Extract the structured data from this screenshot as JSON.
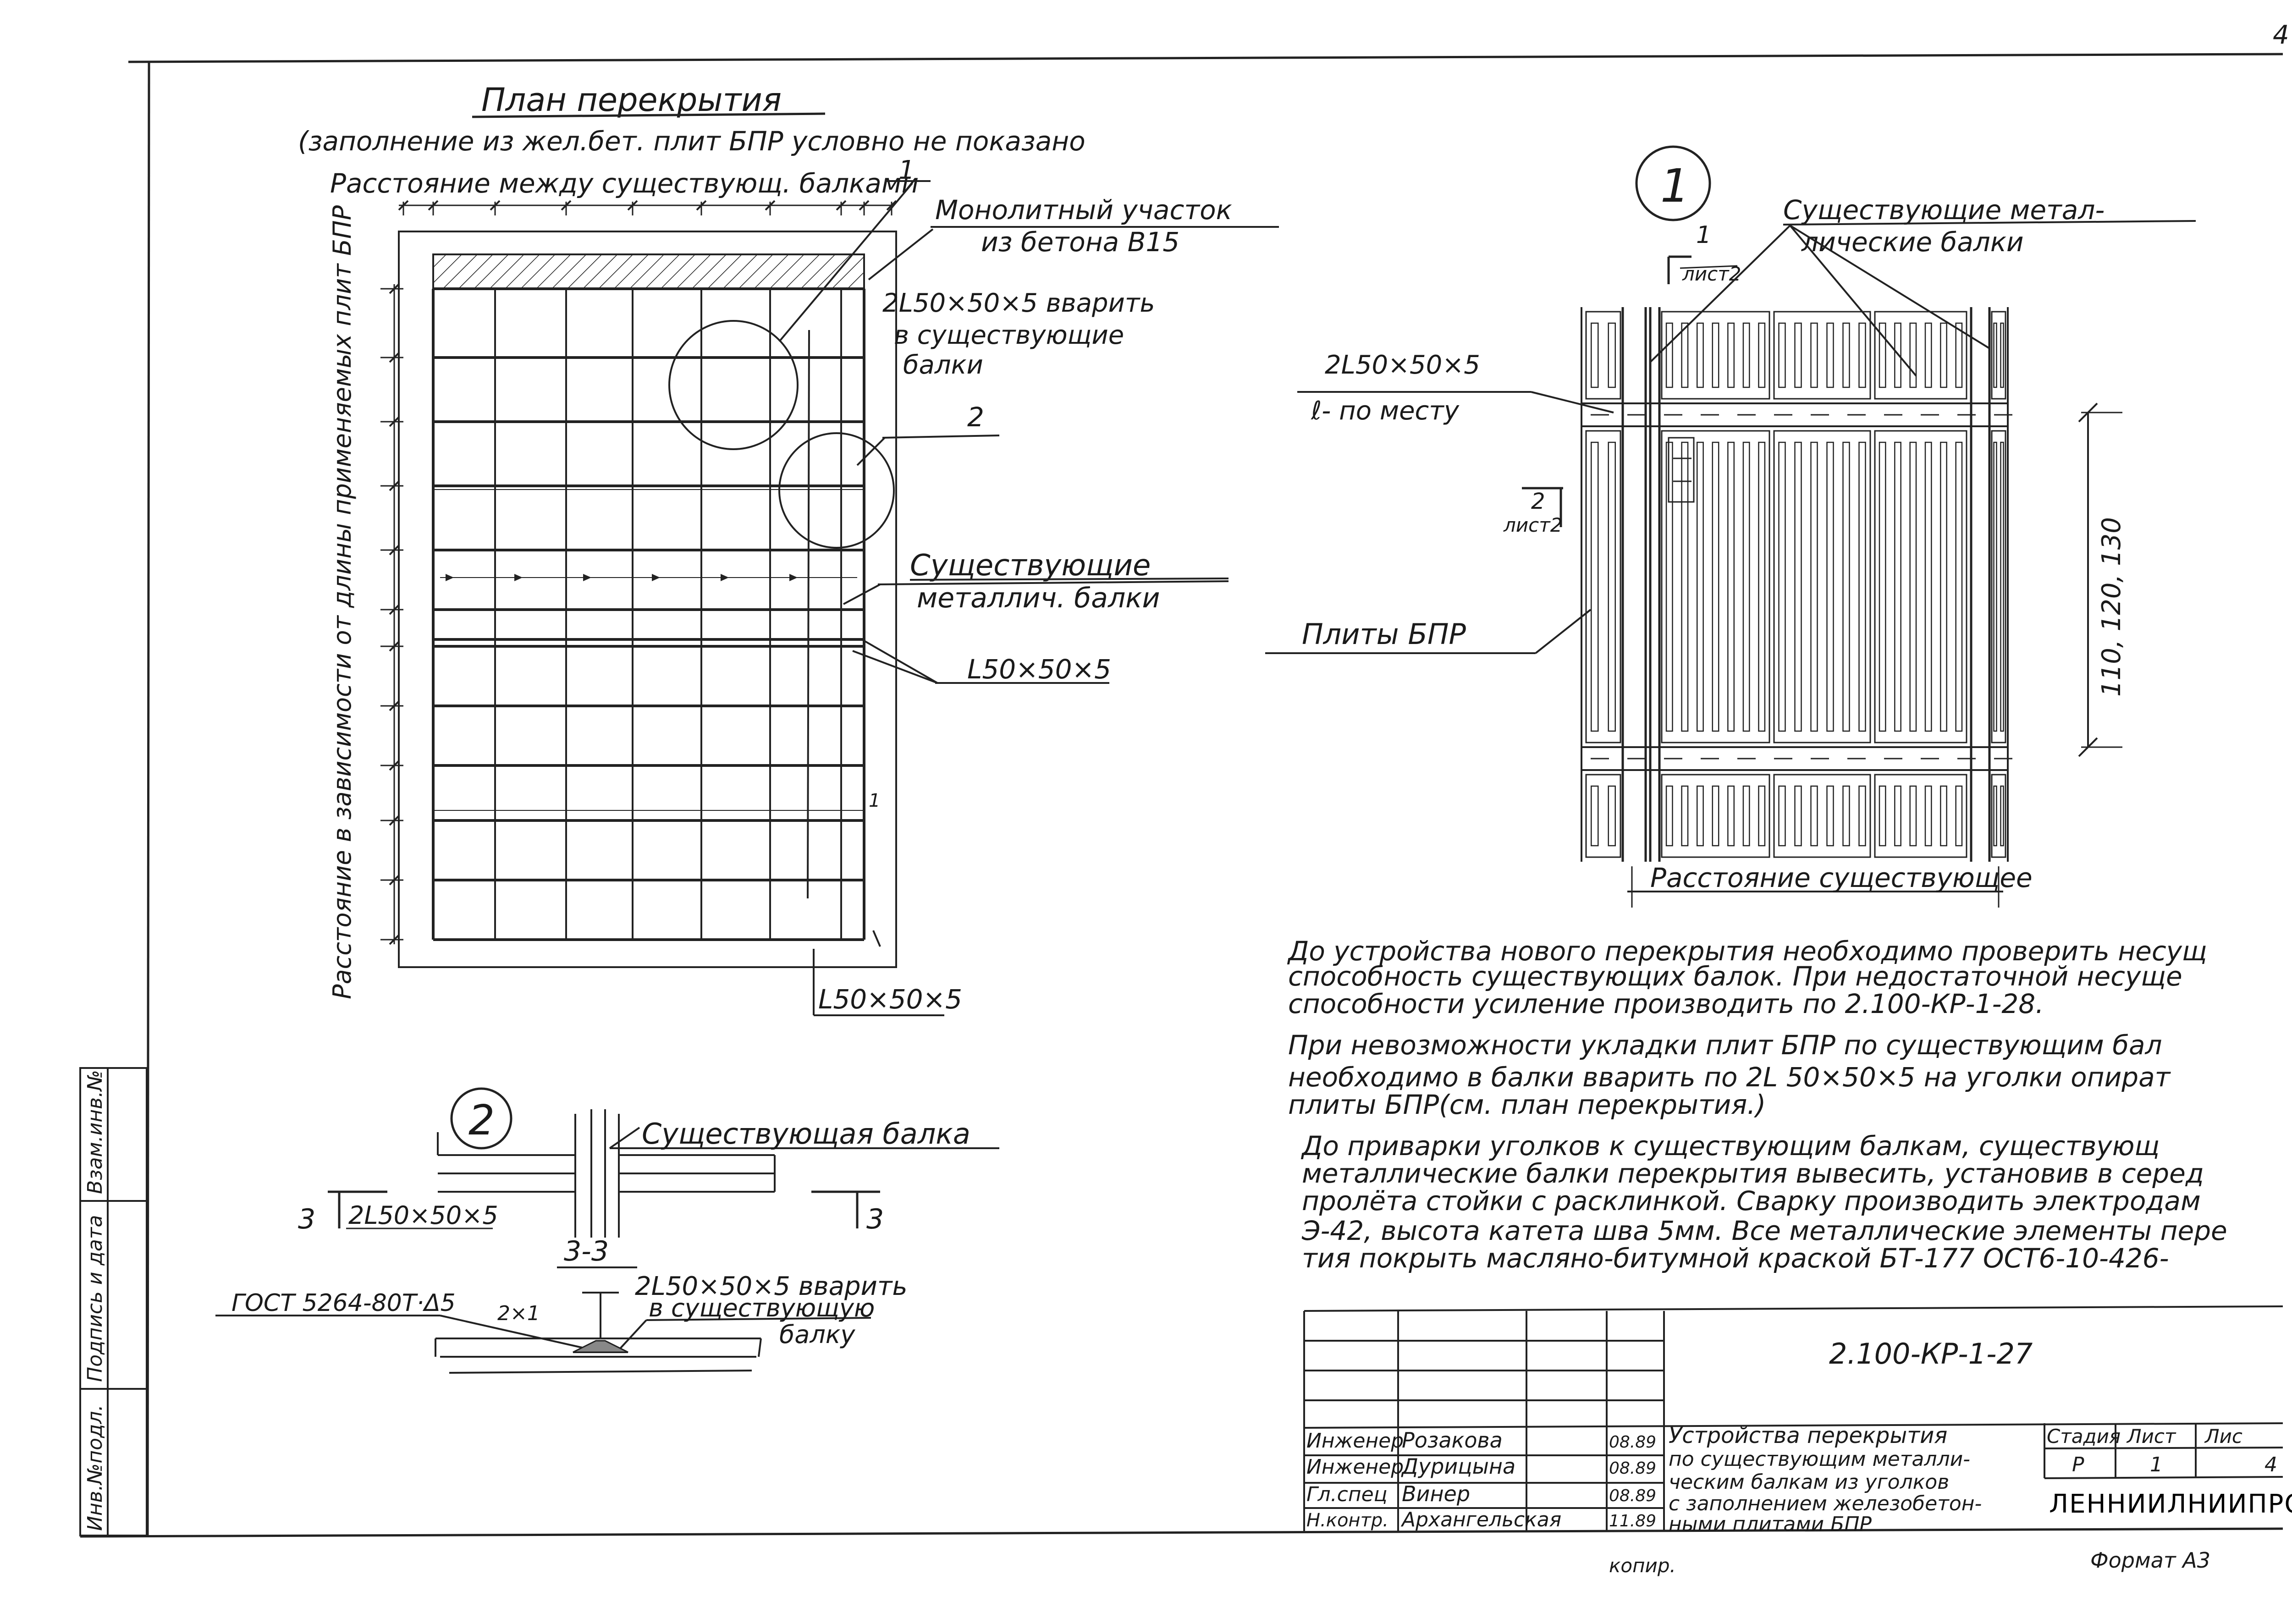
{
  "sheet_number_corner": "4",
  "plan": {
    "title": "План перекрытия",
    "subtitle": "(заполнение из жел.бет. плит БПР условно не показано",
    "dim_top_label": "Расстояние между существующ. балками",
    "dim_left_label": "Расстояние в зависимости от длины применяемых плит БПР",
    "marker_1": "1",
    "marker_2": "2",
    "marker_2_label": "2",
    "side_mark": "1",
    "notes": {
      "monolith_line1": "Монолитный участок",
      "monolith_line2": "из бетона В15",
      "weld_line1": "2L50×50×5 вварить",
      "weld_line2": "в существующие",
      "weld_line3": "балки",
      "existing_line1": "Существующие",
      "existing_line2": "металлич. балки",
      "angle_right": "L50×50×5",
      "angle_bottom": "L50×50×5"
    }
  },
  "detail1": {
    "marker": "1",
    "section_num": "1",
    "section_sheet": "лист2",
    "section2_num": "2",
    "section2_sheet": "лист2",
    "label_beams_line1": "Существующие метал-",
    "label_beams_line2": "лические балки",
    "label_angle_line1": "2L50×50×5",
    "label_angle_line2": "ℓ- по месту",
    "label_slabs": "Плиты БПР",
    "dim_vertical": "110, 120, 130",
    "dim_bottom": "Расстояние существующее"
  },
  "detail2": {
    "marker": "2",
    "label_beam": "Существующая балка",
    "angle_label": "2L50×50×5",
    "cut_left": "3",
    "cut_right": "3",
    "section_title": "3-3",
    "gost": "ГОСТ 5264-80Т·Δ5",
    "weld_mark": "2×1",
    "weld_line1": "2L50×50×5 вварить",
    "weld_line2": "в существующую",
    "weld_line3": "балку"
  },
  "notes": [
    "До устройства нового перекрытия необходимо проверить несущ",
    "способность существующих балок. При недостаточной несуще",
    "способности усиление производить по 2.100-КР-1-28.",
    "При невозможности укладки плит БПР по существующим бал",
    "необходимо в балки вварить по 2L 50×50×5 на уголки опират",
    "плиты БПР(см. план перекрытия.)",
    "До приварки уголков к существующим балкам, существующ",
    "металлические балки перекрытия вывесить, установив в серед",
    "пролёта стойки с расклинкой. Сварку производить электродам",
    "Э-42, высота катета шва 5мм. Все металлические элементы пере",
    "тия покрыть масляно-битумной краской БТ-177 ОСТ6-10-426-"
  ],
  "side_stamp": [
    "Инв.№подл.",
    "Подпись и дата",
    "Взам.инв.№"
  ],
  "title_block": {
    "code": "2.100-КР-1-27",
    "rows": [
      {
        "role": "Инженер",
        "name": "Розакова",
        "date": "08.89"
      },
      {
        "role": "Инженер",
        "name": "Дурицына",
        "date": "08.89"
      },
      {
        "role": "Гл.спец",
        "name": "Винер",
        "date": "08.89"
      },
      {
        "role": "Н.контр.",
        "name": "Архангельская",
        "date": "11.89"
      }
    ],
    "description": [
      "Устройства перекрытия",
      "по существующим металли-",
      "ческим балкам из уголков",
      "с заполнением железобетон-",
      "ными плитами БПР"
    ],
    "stage_label": "Стадия",
    "sheet_label": "Лист",
    "sheets_label": "Лис",
    "stage": "Р",
    "sheet": "1",
    "sheets": "4",
    "organization": "ЛЕННИИЛНИИПРО",
    "copied": "копир.",
    "format": "Формат А3"
  }
}
